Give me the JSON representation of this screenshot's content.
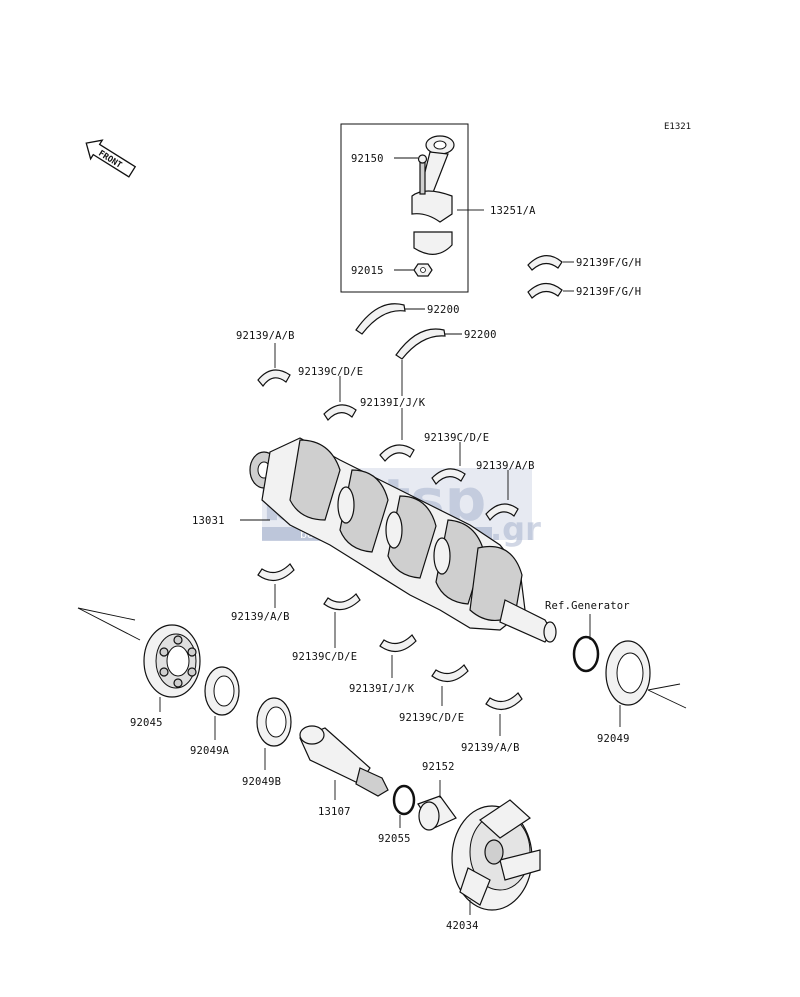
{
  "diagram_code": "E1321",
  "front_label": "FRONT",
  "ref_label": "Ref.Generator",
  "watermark": {
    "main": "boatsp",
    "suffix": ".gr",
    "sub": "boat spare parts"
  },
  "parts": {
    "p92150": "92150",
    "p13251": "13251/A",
    "p92015": "92015",
    "p92139fgh_1": "92139F/G/H",
    "p92139fgh_2": "92139F/G/H",
    "p92200_1": "92200",
    "p92200_2": "92200",
    "p92139ab_1": "92139/A/B",
    "p92139cde_1": "92139C/D/E",
    "p92139ijk_1": "92139I/J/K",
    "p92139cde_2": "92139C/D/E",
    "p92139ab_2": "92139/A/B",
    "p13031": "13031",
    "p92139ab_3": "92139/A/B",
    "p92139cde_3": "92139C/D/E",
    "p92139ijk_2": "92139I/J/K",
    "p92139cde_4": "92139C/D/E",
    "p92139ab_4": "92139/A/B",
    "p92045": "92045",
    "p92049a": "92049A",
    "p92049b": "92049B",
    "p13107": "13107",
    "p92152": "92152",
    "p92055": "92055",
    "p92049": "92049",
    "p42034": "42034"
  }
}
